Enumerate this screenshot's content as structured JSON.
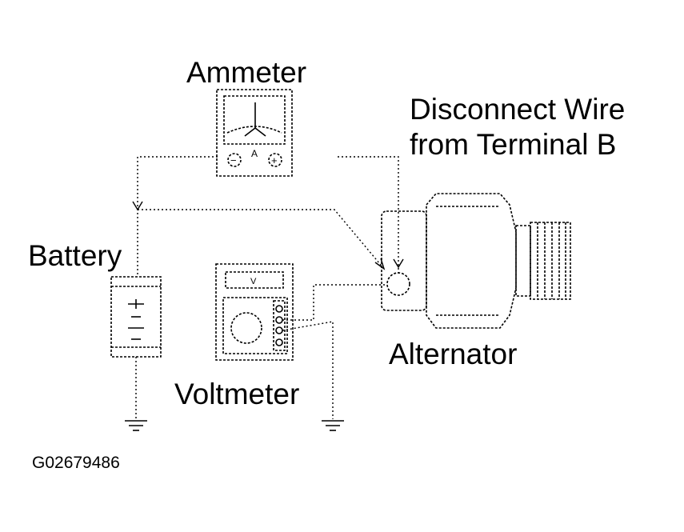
{
  "labels": {
    "ammeter": "Ammeter",
    "disconnect_line1": "Disconnect Wire",
    "disconnect_line2": "from Terminal B",
    "battery": "Battery",
    "alternator": "Alternator",
    "voltmeter": "Voltmeter",
    "figure_code": "G02679486"
  },
  "ammeter_face": {
    "unit": "A",
    "negative": "−",
    "positive": "+"
  },
  "voltmeter_face": {
    "unit": "V"
  },
  "colors": {
    "ink": "#000000",
    "background": "#ffffff"
  }
}
